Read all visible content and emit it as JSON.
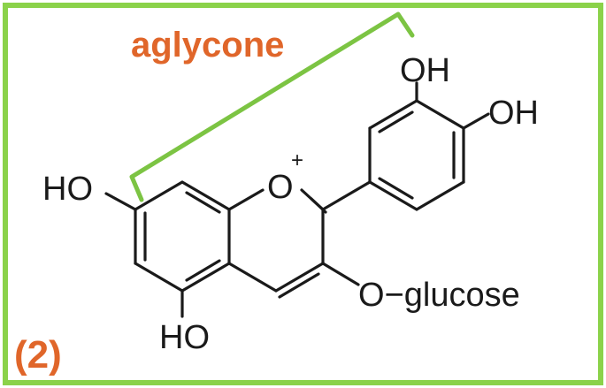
{
  "labels": {
    "aglycone": "aglycone",
    "figure_number": "(2)"
  },
  "atoms": {
    "oh_top": "OH",
    "oh_right": "OH",
    "ho_left": "HO",
    "ring_oxygen": "O",
    "ring_oxygen_charge": "+",
    "o_glucose": "O−glucose",
    "ho_bottom": "HO"
  },
  "colors": {
    "border": "#8bd24a",
    "bracket": "#7cc443",
    "aglycone_text": "#e0662a",
    "figure_number_text": "#e0662a",
    "bonds": "#1a1a1a"
  }
}
